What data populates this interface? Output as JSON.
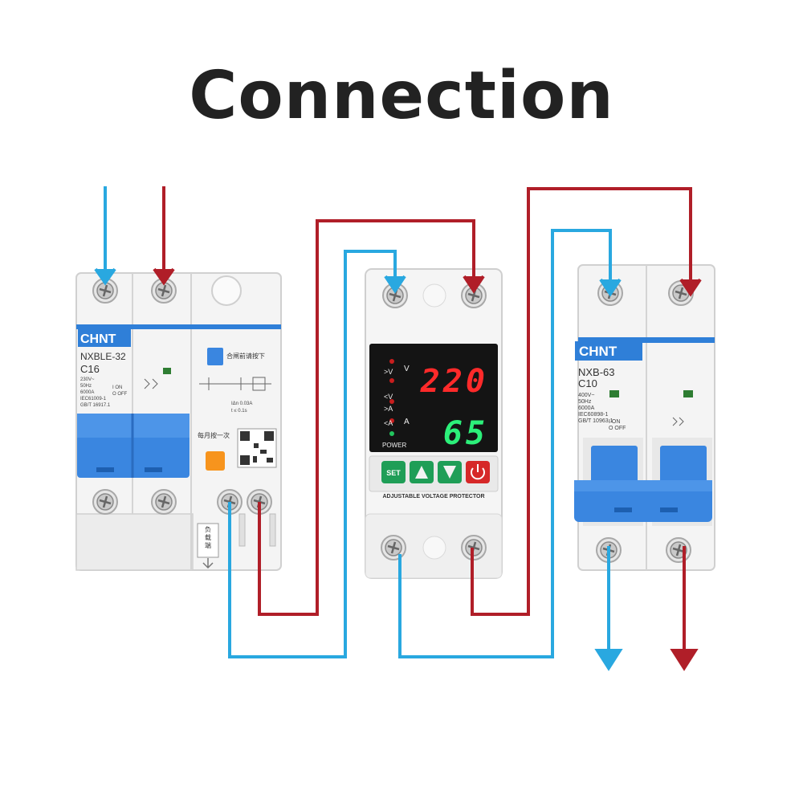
{
  "title": "Connection",
  "colors": {
    "neutral": "#29a8e0",
    "live": "#b01e28",
    "breaker_blue": "#2f7fd8"
  },
  "rcbo": {
    "brand": "CHNT",
    "model": "NXBLE-32",
    "rating": "C16",
    "specs": [
      "230V~",
      "50Hz",
      "6000A",
      "IEC61009-1",
      "GB/T 16917.1"
    ],
    "on_off": [
      "I ON",
      "O OFF"
    ],
    "test_label": "合闸前请按下",
    "monthly_label": "每月按一次",
    "sensitivity": [
      "IΔn 0.03A",
      "t ≤ 0.1s"
    ],
    "load_label": "负载端"
  },
  "protector": {
    "voltage_display": "220",
    "current_display": "65",
    "indicators": [
      ">V",
      "<V",
      ">A",
      "<A"
    ],
    "power_label": "POWER",
    "unit_v": "V",
    "unit_a": "A",
    "buttons": [
      "SET",
      "up",
      "down",
      "power"
    ],
    "set_label": "SET",
    "caption": "ADJUSTABLE VOLTAGE PROTECTOR"
  },
  "mcb": {
    "brand": "CHNT",
    "model": "NXB-63",
    "rating": "C10",
    "specs": [
      "400V~",
      "50Hz",
      "6000A",
      "IEC60898-1",
      "GB/T 10963.1"
    ],
    "on_off": [
      "I ON",
      "O OFF"
    ]
  }
}
